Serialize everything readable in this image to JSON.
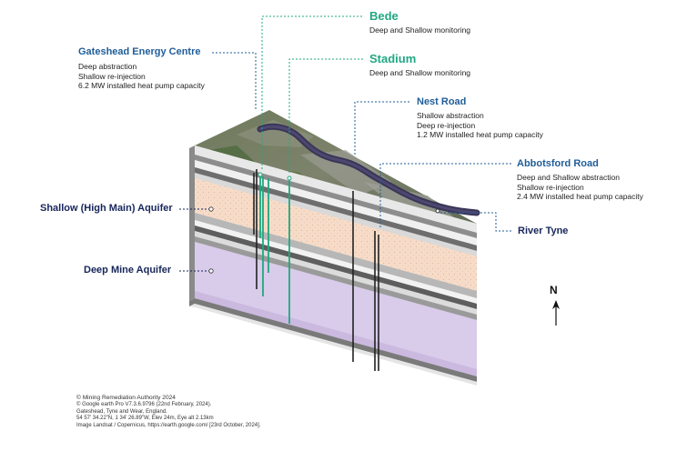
{
  "sites": {
    "bede": {
      "name": "Bede",
      "lines": [
        "Deep and Shallow monitoring"
      ]
    },
    "stadium": {
      "name": "Stadium",
      "lines": [
        "Deep and Shallow monitoring"
      ]
    },
    "gateshead": {
      "name": "Gateshead Energy Centre",
      "lines": [
        "Deep abstraction",
        "Shallow re-injection",
        "6.2 MW installed heat pump capacity"
      ]
    },
    "nest_road": {
      "name": "Nest Road",
      "lines": [
        "Shallow abstraction",
        "Deep re-injection",
        "1.2 MW installed heat pump capacity"
      ]
    },
    "abbotsford": {
      "name": "Abbotsford Road",
      "lines": [
        "Deep and Shallow abstraction",
        "Shallow re-injection",
        "2.4 MW installed heat pump capacity"
      ]
    }
  },
  "layers": {
    "shallow": "Shallow (High Main) Aquifer",
    "deep": "Deep Mine Aquifer"
  },
  "river": "River Tyne",
  "compass": "N",
  "credits": [
    "© Mining Remediation Authority 2024",
    "© Google earth Pro V7.3.6.9796 (22nd February, 2024).",
    "Gateshead, Tyne and Wear, England.",
    "54 57’ 34.22”N, 1 34’ 26.89”W, Elev 24m, Eye alt 2.13km",
    "Image Landsat / Copernicus, https://earth.google.com/ [23rd October, 2024]."
  ],
  "colors": {
    "site_blue": "#1f5d99",
    "site_teal": "#21a883",
    "layer_navy": "#17265a",
    "shallow_aquifer": "#f6dcc8",
    "deep_aquifer": "#d9cbea",
    "borehole_deep": "#222222",
    "borehole_teal": "#1fa87e"
  }
}
